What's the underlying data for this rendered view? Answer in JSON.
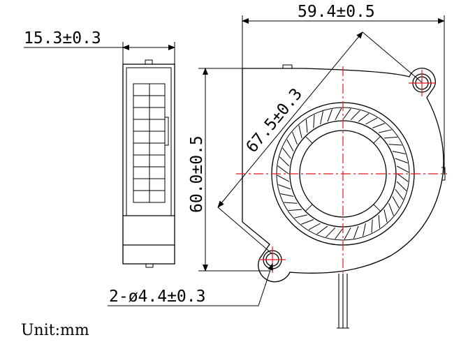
{
  "dimensions": {
    "width": "59.4±0.5",
    "thickness": "15.3±0.3",
    "height": "60.0±0.5",
    "diagonal": "67.5±0.3",
    "holes": "2-ø4.4±0.3"
  },
  "unit": "Unit:mm",
  "colors": {
    "line": "#000000",
    "centerline": "#e8141a"
  }
}
